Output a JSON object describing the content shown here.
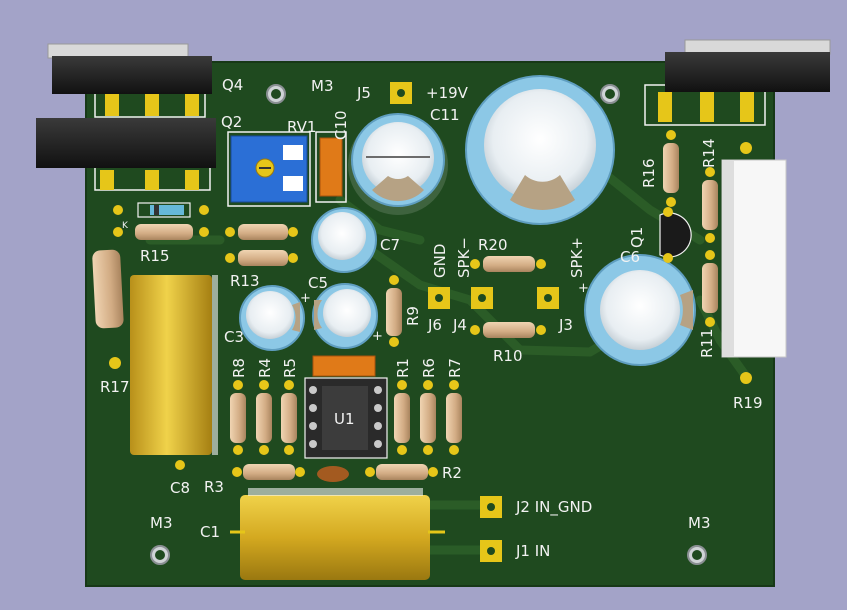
{
  "colors": {
    "background": "#a3a3c8",
    "board": "#1f4a1f",
    "board_edge": "#173817",
    "copper_trace": "#2c5e28",
    "silkscreen": "#f2f2f2",
    "pad_gold": "#e6c619",
    "resistor_body": "#d7b48e",
    "film_cap": "#d4a920",
    "elcap_sleeve": "#8cc8e6",
    "trimmer_blue": "#2b6fd6",
    "to220_black": "#1a1a1a"
  },
  "labels": {
    "q4": "Q4",
    "q2": "Q2",
    "m3_top": "M3",
    "j5": "J5",
    "plus19v": "+19V",
    "c11": "C11",
    "rv1": "RV1",
    "c10": "C10",
    "r15": "R15",
    "r13": "R13",
    "c7": "C7",
    "gnd": "GND",
    "spk_minus": "SPK−",
    "r20": "R20",
    "spk_plus": "SPK+",
    "c6": "C6",
    "q1": "Q1",
    "r16": "R16",
    "r14": "R14",
    "c5": "C5",
    "c3": "C3",
    "r9": "R9",
    "j6": "J6",
    "j4": "J4",
    "j3": "J3",
    "r10": "R10",
    "r11": "R11",
    "r17": "R17",
    "r19": "R19",
    "r8": "R8",
    "r4": "R4",
    "r5": "R5",
    "u1": "U1",
    "r1": "R1",
    "r6": "R6",
    "r7": "R7",
    "c8": "C8",
    "r3": "R3",
    "r2": "R2",
    "j2": "J2 IN_GND",
    "j1": "J1 IN",
    "c1": "C1",
    "m3_bl": "M3",
    "m3_br": "M3",
    "k": "K",
    "plus_c6": "+",
    "plus_c3": "+",
    "plus_c5": "+"
  }
}
